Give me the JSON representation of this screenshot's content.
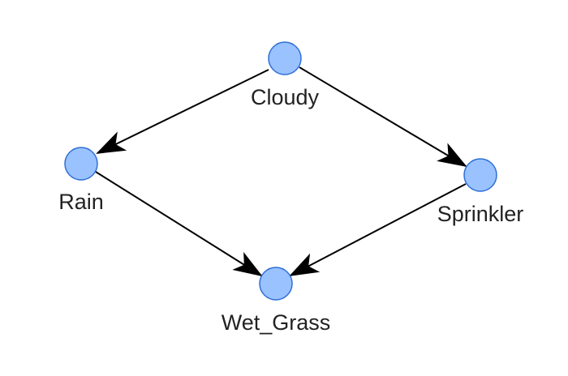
{
  "colors": {
    "node_fill": "#99c2ff",
    "node_stroke": "#2f6fd6",
    "edge": "#000000",
    "label": "#222222"
  },
  "nodes": [
    {
      "id": "cloudy",
      "label": "Cloudy"
    },
    {
      "id": "rain",
      "label": "Rain"
    },
    {
      "id": "sprinkler",
      "label": "Sprinkler"
    },
    {
      "id": "wet_grass",
      "label": "Wet_Grass"
    }
  ],
  "edges": [
    {
      "from": "cloudy",
      "to": "rain"
    },
    {
      "from": "cloudy",
      "to": "sprinkler"
    },
    {
      "from": "rain",
      "to": "wet_grass"
    },
    {
      "from": "sprinkler",
      "to": "wet_grass"
    }
  ]
}
